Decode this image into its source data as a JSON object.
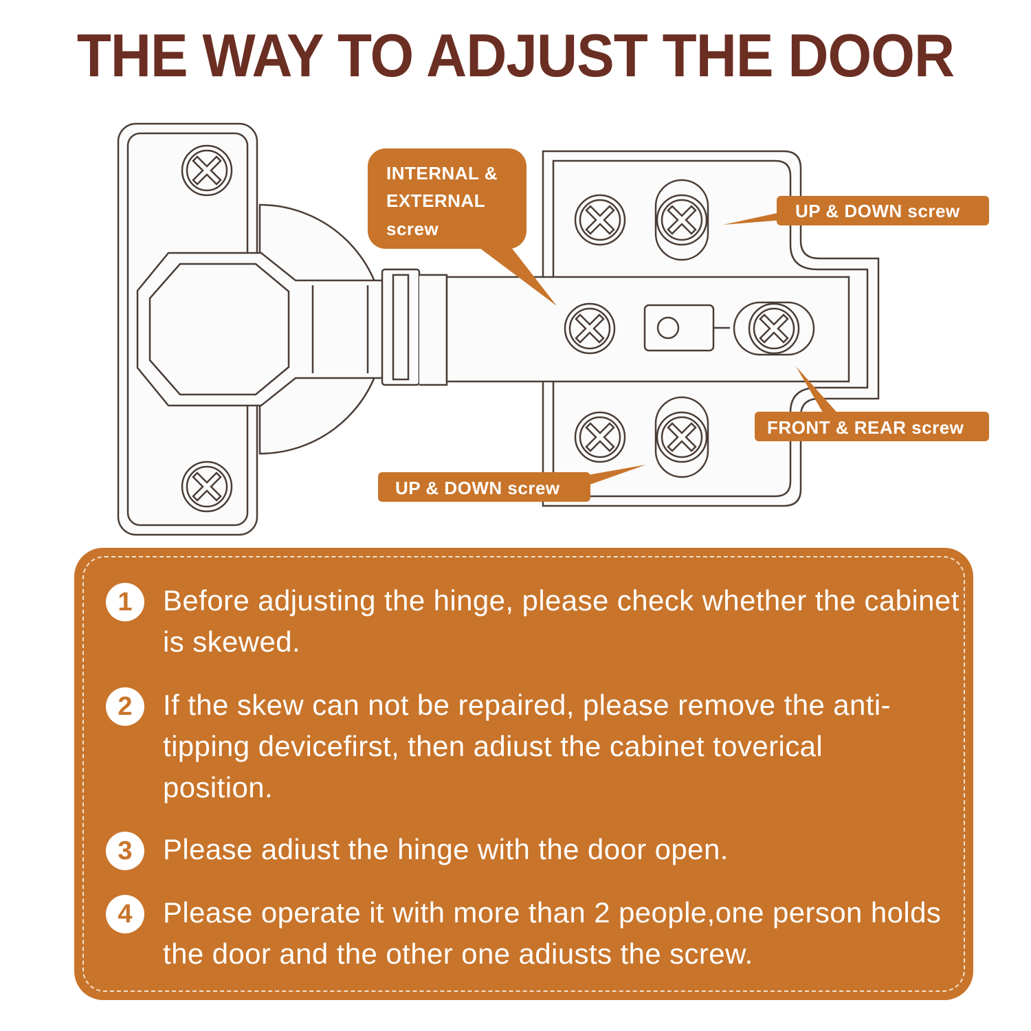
{
  "title": "THE WAY TO ADJUST THE DOOR",
  "colors": {
    "accent": "#c8742a",
    "title": "#6b2e22",
    "line": "#4a3d36"
  },
  "callouts": {
    "internal_external": [
      "INTERNAL &",
      "EXTERNAL",
      "screw"
    ],
    "up_down_top": "UP & DOWN screw",
    "front_rear": "FRONT & REAR screw",
    "up_down_bottom": "UP & DOWN screw"
  },
  "steps": [
    {
      "number": "1",
      "text": "Before adjusting the hinge, please check whether the cabinet is skewed."
    },
    {
      "number": "2",
      "text": "If the skew can not be repaired, please remove the anti-tipping devicefirst, then adiust the cabinet toverical position."
    },
    {
      "number": "3",
      "text": "Please adiust the hinge with the door open."
    },
    {
      "number": "4",
      "text": "Please operate it with more than 2 people,one person holds the door and the other one adiusts the screw."
    }
  ]
}
